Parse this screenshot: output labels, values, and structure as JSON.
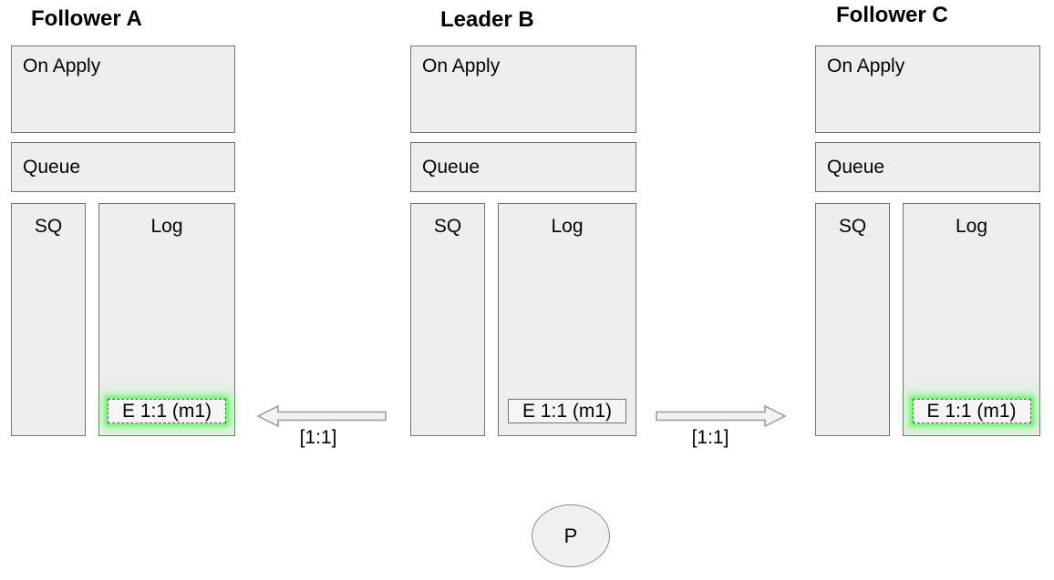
{
  "nodes": [
    {
      "title": "Follower A",
      "boxes": {
        "on_apply": "On Apply",
        "queue": "Queue",
        "sq": "SQ",
        "log": "Log"
      },
      "log_entry": {
        "label": "E 1:1 (m1)",
        "highlighted": true
      }
    },
    {
      "title": "Leader B",
      "boxes": {
        "on_apply": "On Apply",
        "queue": "Queue",
        "sq": "SQ",
        "log": "Log"
      },
      "log_entry": {
        "label": "E 1:1 (m1)",
        "highlighted": false
      }
    },
    {
      "title": "Follower C",
      "boxes": {
        "on_apply": "On Apply",
        "queue": "Queue",
        "sq": "SQ",
        "log": "Log"
      },
      "log_entry": {
        "label": "E 1:1 (m1)",
        "highlighted": true
      }
    }
  ],
  "replication_arrows": [
    {
      "direction": "left",
      "label": "[1:1]"
    },
    {
      "direction": "right",
      "label": "[1:1]"
    }
  ],
  "proposer": {
    "label": "P"
  },
  "colors": {
    "background": "#ffffff",
    "box_fill": "#eeeeee",
    "box_border": "#737373",
    "entry_fill": "#f5f5f5",
    "highlight_glow": "#66ff66",
    "arrow_fill": "#f2f2f2",
    "arrow_border": "#999999",
    "text": "#000000"
  }
}
